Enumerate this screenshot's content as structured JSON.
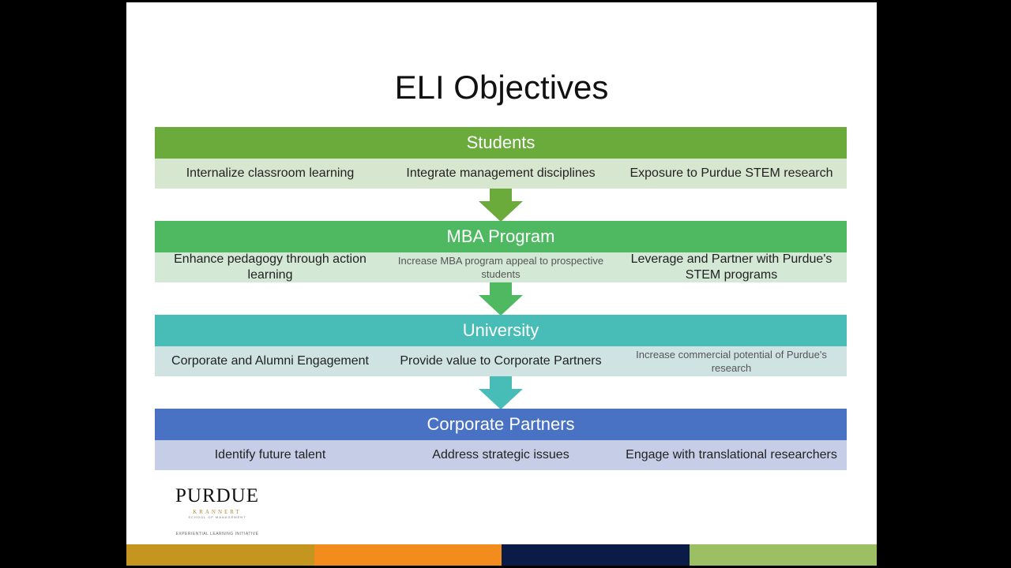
{
  "title": "ELI Objectives",
  "sections": [
    {
      "header": "Students",
      "items": [
        "Internalize classroom learning",
        "Integrate management disciplines",
        "Exposure to Purdue STEM research"
      ]
    },
    {
      "header": "MBA Program",
      "items": [
        "Enhance pedagogy through action learning",
        "Increase MBA program appeal to prospective students",
        "Leverage and Partner with Purdue's STEM programs"
      ]
    },
    {
      "header": "University",
      "items": [
        "Corporate and Alumni Engagement",
        "Provide value to Corporate Partners",
        "Increase commercial potential of Purdue's research"
      ]
    },
    {
      "header": "Corporate Partners",
      "items": [
        "Identify future talent",
        "Address strategic issues",
        "Engage with translational researchers"
      ]
    }
  ],
  "logo": {
    "main": "PURDUE",
    "sub": "KRANNERT",
    "sub2": "SCHOOL OF MANAGEMENT",
    "tagline": "EXPERIENTIAL LEARNING INITIATIVE"
  },
  "colors": {
    "students_header": "#6aab3c",
    "students_row": "#d7e6cf",
    "mba_header": "#4fb962",
    "mba_row": "#d3e8d5",
    "university_header": "#48bdb7",
    "university_row": "#cfe4e2",
    "corporate_header": "#4a72c4",
    "corporate_row": "#c6cde6",
    "bar_gold": "#c4961f",
    "bar_orange": "#f28c1c",
    "bar_navy": "#0b1b47",
    "bar_green": "#9cbf64"
  }
}
